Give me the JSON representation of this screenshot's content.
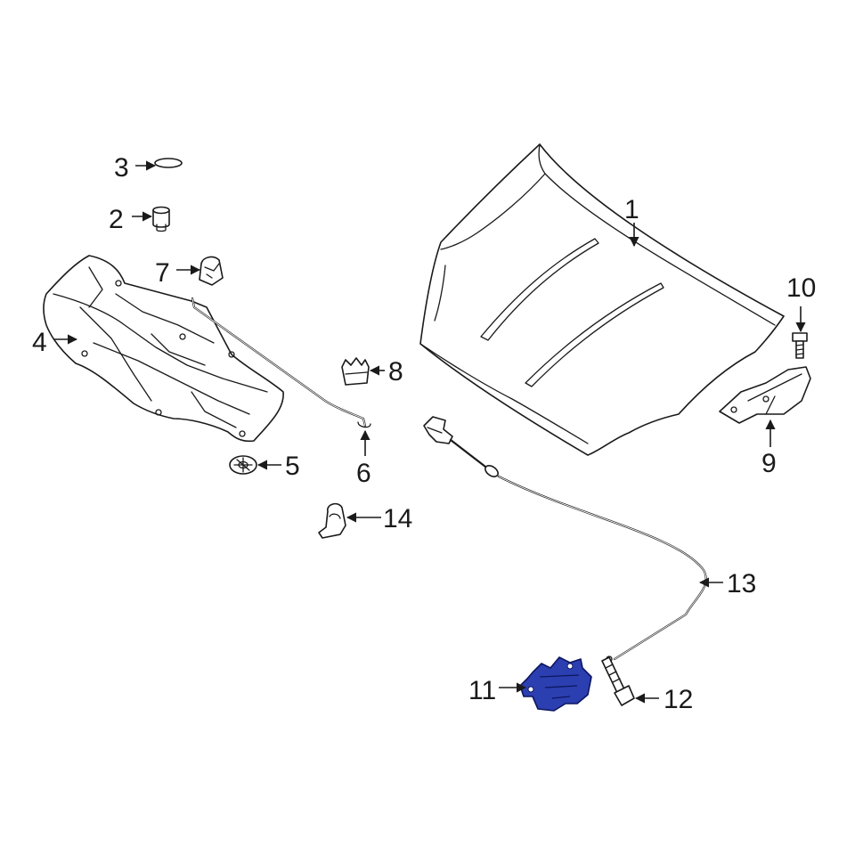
{
  "diagram": {
    "highlight_color": "#2b3fb0",
    "line_color": "#1a1a1a",
    "background": "#ffffff",
    "highlighted_part": "11",
    "callouts": {
      "c1": "1",
      "c2": "2",
      "c3": "3",
      "c4": "4",
      "c5": "5",
      "c6": "6",
      "c7": "7",
      "c8": "8",
      "c9": "9",
      "c10": "10",
      "c11": "11",
      "c12": "12",
      "c13": "13",
      "c14": "14"
    }
  }
}
